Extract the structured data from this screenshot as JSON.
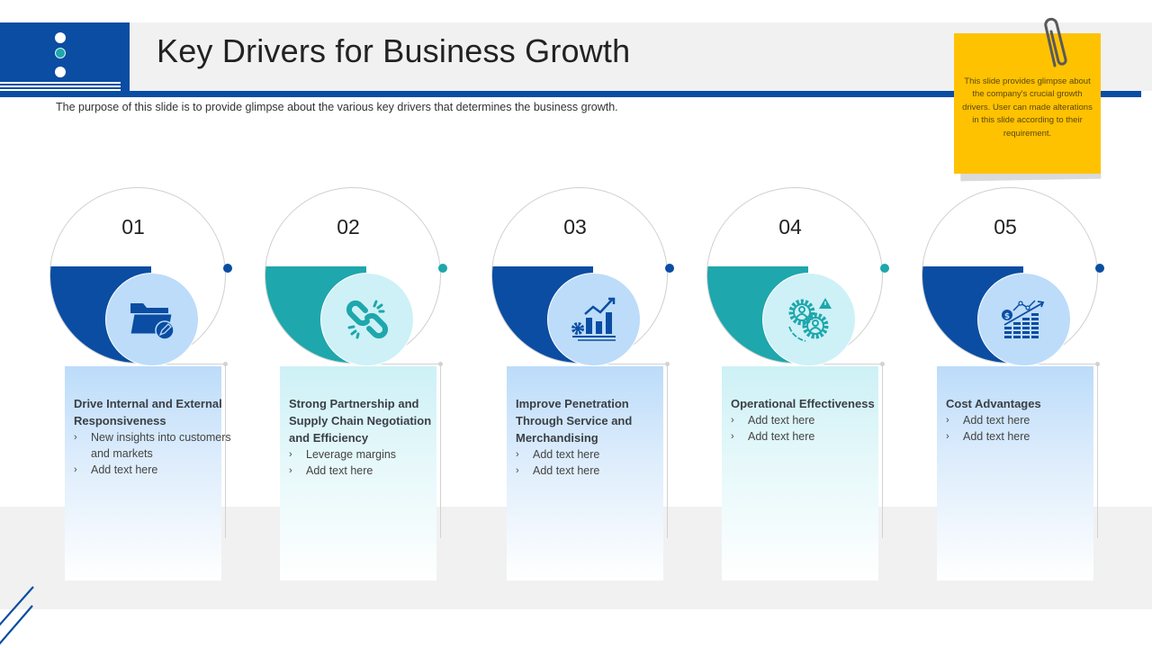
{
  "header": {
    "title": "Key Drivers for Business Growth",
    "subtitle": "The purpose of this slide is to provide glimpse about the various key drivers that determines the business growth."
  },
  "note": {
    "text": "This slide provides glimpse about the company's crucial growth  drivers. User can made alterations in this slide according to their requirement."
  },
  "colors": {
    "dark_blue": "#0a4da2",
    "teal": "#1ea7ac",
    "light_blue": "#bcdcfa",
    "light_teal": "#cdf1f6",
    "note_yellow": "#fec200",
    "band_gray": "#f1f1f1"
  },
  "drivers": [
    {
      "number": "01",
      "icon": "folder-edit-icon",
      "theme": "blue",
      "title": "Drive Internal and External Responsiveness",
      "bullets": [
        "New insights into customers and markets",
        "Add text here"
      ]
    },
    {
      "number": "02",
      "icon": "broken-link-icon",
      "theme": "teal",
      "title": "Strong Partnership and Supply Chain Negotiation and Efficiency",
      "bullets": [
        "Leverage margins",
        "Add text here"
      ]
    },
    {
      "number": "03",
      "icon": "growth-chart-gear-icon",
      "theme": "blue",
      "title": "Improve Penetration Through Service and Merchandising",
      "bullets": [
        "Add text here",
        "Add text here"
      ]
    },
    {
      "number": "04",
      "icon": "people-gears-warning-icon",
      "theme": "teal",
      "title": "Operational Effectiveness",
      "bullets": [
        "Add text here",
        "Add text here"
      ]
    },
    {
      "number": "05",
      "icon": "dollar-growth-bars-icon",
      "theme": "blue",
      "title": "Cost Advantages",
      "bullets": [
        "Add text here",
        "Add text here"
      ]
    }
  ]
}
